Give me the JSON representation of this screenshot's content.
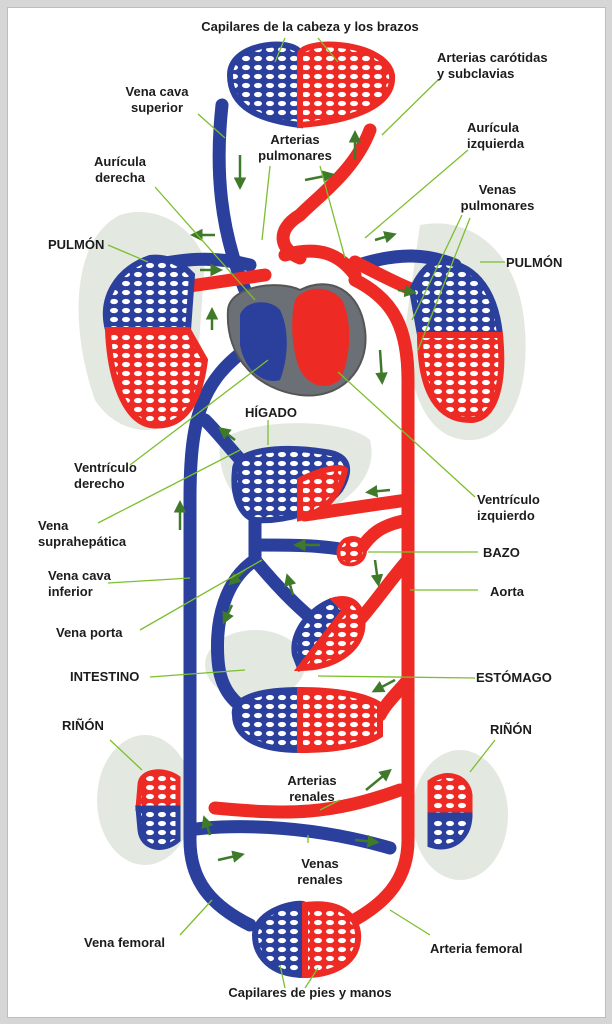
{
  "colors": {
    "arterial": "#ee2a24",
    "venous": "#2b3f9c",
    "organ": "#e3e8e1",
    "heart_bg": "#6b7077",
    "leader": "#7cbf2e",
    "arrow": "#3f7a2a"
  },
  "labels": {
    "capilares_cabeza": "Capilares de la cabeza y los brazos",
    "arterias_carotidas": "Arterias carótidas\ny subclavias",
    "vena_cava_superior": "Vena cava\nsuperior",
    "arterias_pulmonares": "Arterias\npulmonares",
    "auricula_izquierda": "Aurícula\nizquierda",
    "auricula_derecha": "Aurícula\nderecha",
    "venas_pulmonares": "Venas\npulmonares",
    "pulmon_izq": "PULMÓN",
    "pulmon_der": "PULMÓN",
    "higado": "HÍGADO",
    "ventriculo_derecho": "Ventrículo\nderecho",
    "ventriculo_izquierdo": "Ventrículo\nizquierdo",
    "vena_suprahepatica": "Vena\nsuprahepática",
    "bazo": "BAZO",
    "vena_cava_inferior": "Vena cava\ninferior",
    "aorta": "Aorta",
    "vena_porta": "Vena porta",
    "intestino": "INTESTINO",
    "estomago": "ESTÓMAGO",
    "rinon_izq": "RIÑÓN",
    "rinon_der": "RIÑÓN",
    "arterias_renales": "Arterias\nrenales",
    "venas_renales": "Venas\nrenales",
    "vena_femoral": "Vena femoral",
    "arteria_femoral": "Arteria femoral",
    "capilares_pies": "Capilares de pies y manos"
  }
}
